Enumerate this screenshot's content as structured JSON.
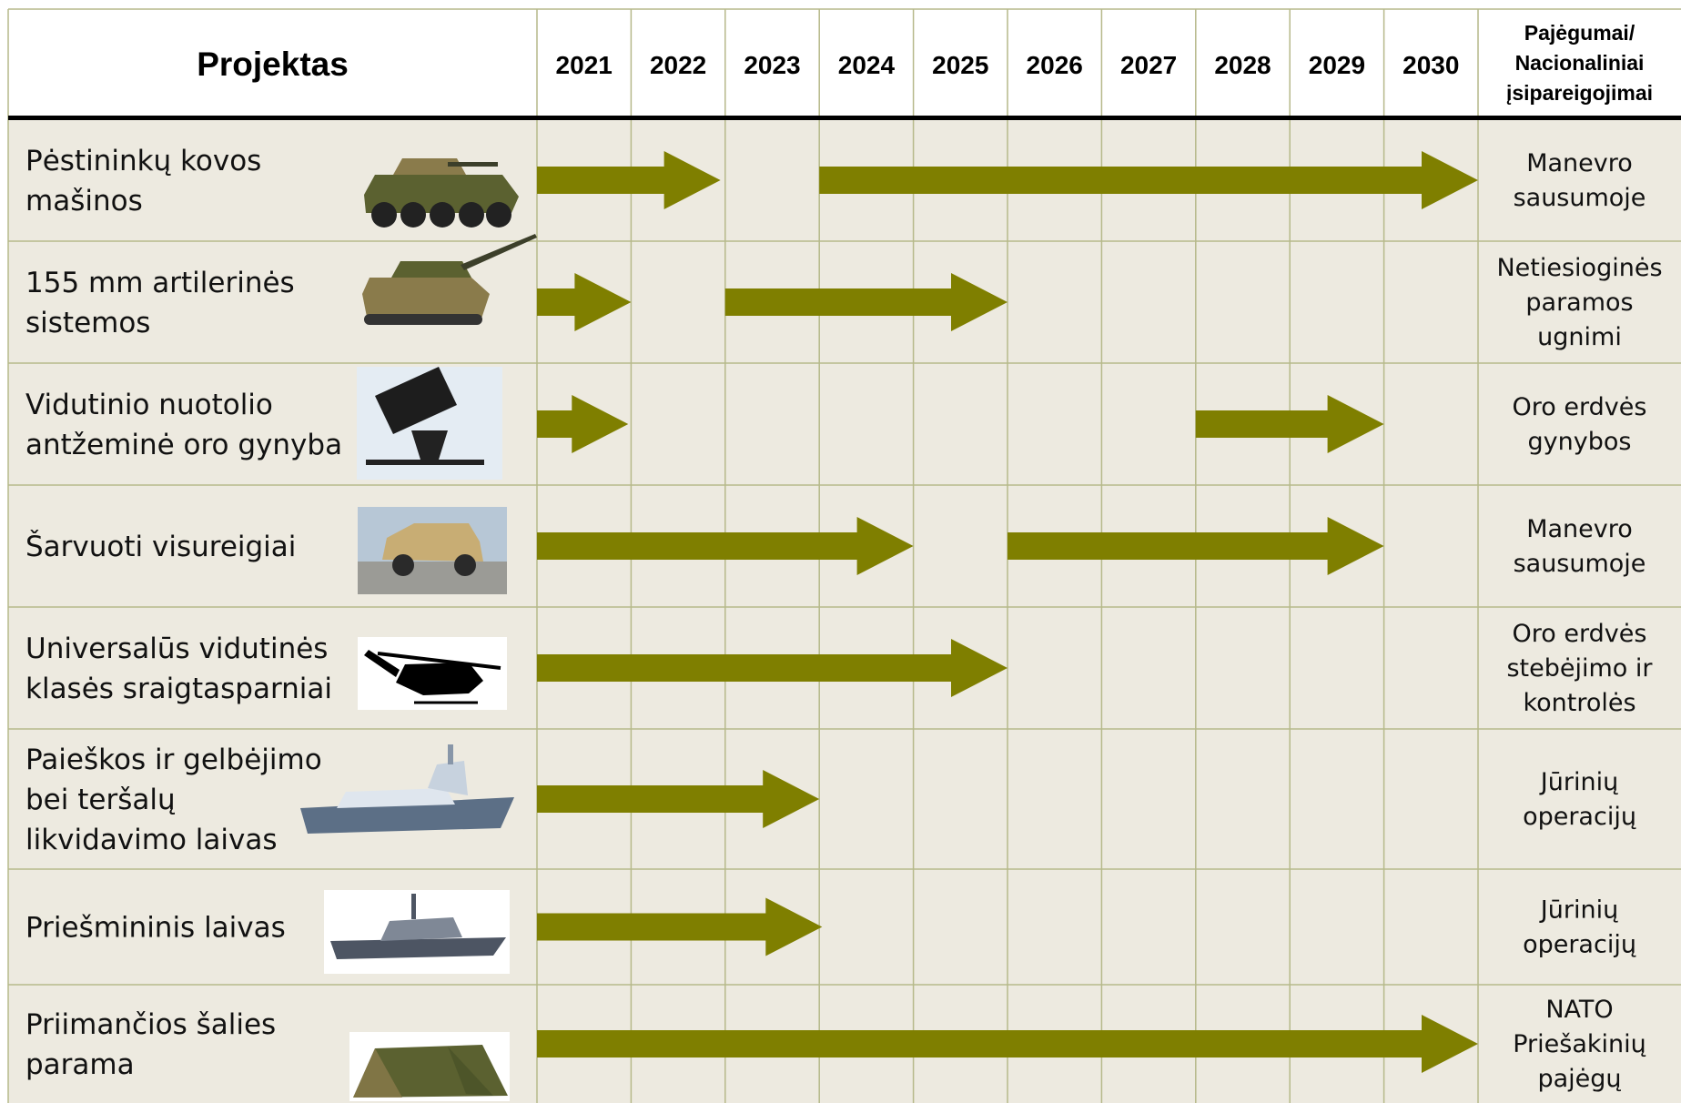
{
  "chart_data": {
    "type": "table",
    "title": "",
    "header": {
      "project": "Projektas",
      "years": [
        "2021",
        "2022",
        "2023",
        "2024",
        "2025",
        "2026",
        "2027",
        "2028",
        "2029",
        "2030"
      ],
      "capability_lines": [
        "Pajėgumai/",
        "Nacionaliniai",
        "įsipareigojimai"
      ]
    },
    "rows": [
      {
        "project_lines": [
          "Pėstininkų kovos",
          "mašinos"
        ],
        "icon": "infantry-fighting-vehicle-icon",
        "capability_lines": [
          "Manevro",
          "sausumoje"
        ],
        "segments": [
          [
            2021,
            2022.95
          ],
          [
            2024,
            2031
          ]
        ]
      },
      {
        "project_lines": [
          "155 mm artilerinės",
          "sistemos"
        ],
        "icon": "self-propelled-howitzer-icon",
        "capability_lines": [
          "Netiesioginės",
          "paramos",
          "ugnimi"
        ],
        "segments": [
          [
            2021,
            2022
          ],
          [
            2023,
            2026
          ]
        ]
      },
      {
        "project_lines": [
          "Vidutinio nuotolio",
          "antžeminė oro gynyba"
        ],
        "icon": "air-defense-launcher-icon",
        "capability_lines": [
          "Oro erdvės",
          "gynybos"
        ],
        "segments": [
          [
            2021,
            2021.97
          ],
          [
            2028,
            2030
          ]
        ]
      },
      {
        "project_lines": [
          "Šarvuoti visureigiai"
        ],
        "icon": "armored-vehicle-icon",
        "capability_lines": [
          "Manevro",
          "sausumoje"
        ],
        "segments": [
          [
            2021,
            2025
          ],
          [
            2026,
            2030
          ]
        ]
      },
      {
        "project_lines": [
          "Universalūs vidutinės",
          "klasės sraigtasparniai"
        ],
        "icon": "helicopter-icon",
        "capability_lines": [
          "Oro erdvės",
          "stebėjimo ir",
          "kontrolės"
        ],
        "segments": [
          [
            2021,
            2026
          ]
        ]
      },
      {
        "project_lines": [
          "Paieškos ir gelbėjimo",
          "bei teršalų",
          "likvidavimo laivas"
        ],
        "icon": "rescue-vessel-icon",
        "capability_lines": [
          "Jūrinių",
          "operacijų"
        ],
        "segments": [
          [
            2021,
            2024
          ]
        ]
      },
      {
        "project_lines": [
          "Priešmininis laivas"
        ],
        "icon": "mine-countermeasure-vessel-icon",
        "capability_lines": [
          "Jūrinių",
          "operacijų"
        ],
        "segments": [
          [
            2021,
            2024.03
          ]
        ]
      },
      {
        "project_lines": [
          "Priimančios šalies",
          "parama"
        ],
        "icon": "military-tent-icon",
        "capability_lines": [
          "NATO",
          "Priešakinių",
          "pajėgų"
        ],
        "segments": [
          [
            2021,
            2031
          ]
        ]
      }
    ]
  },
  "colors": {
    "background": "#edeae0",
    "header_background": "#ffffff",
    "grid": "#b6b98a",
    "arrow": "#7f7f00",
    "header_rule": "#000000"
  }
}
